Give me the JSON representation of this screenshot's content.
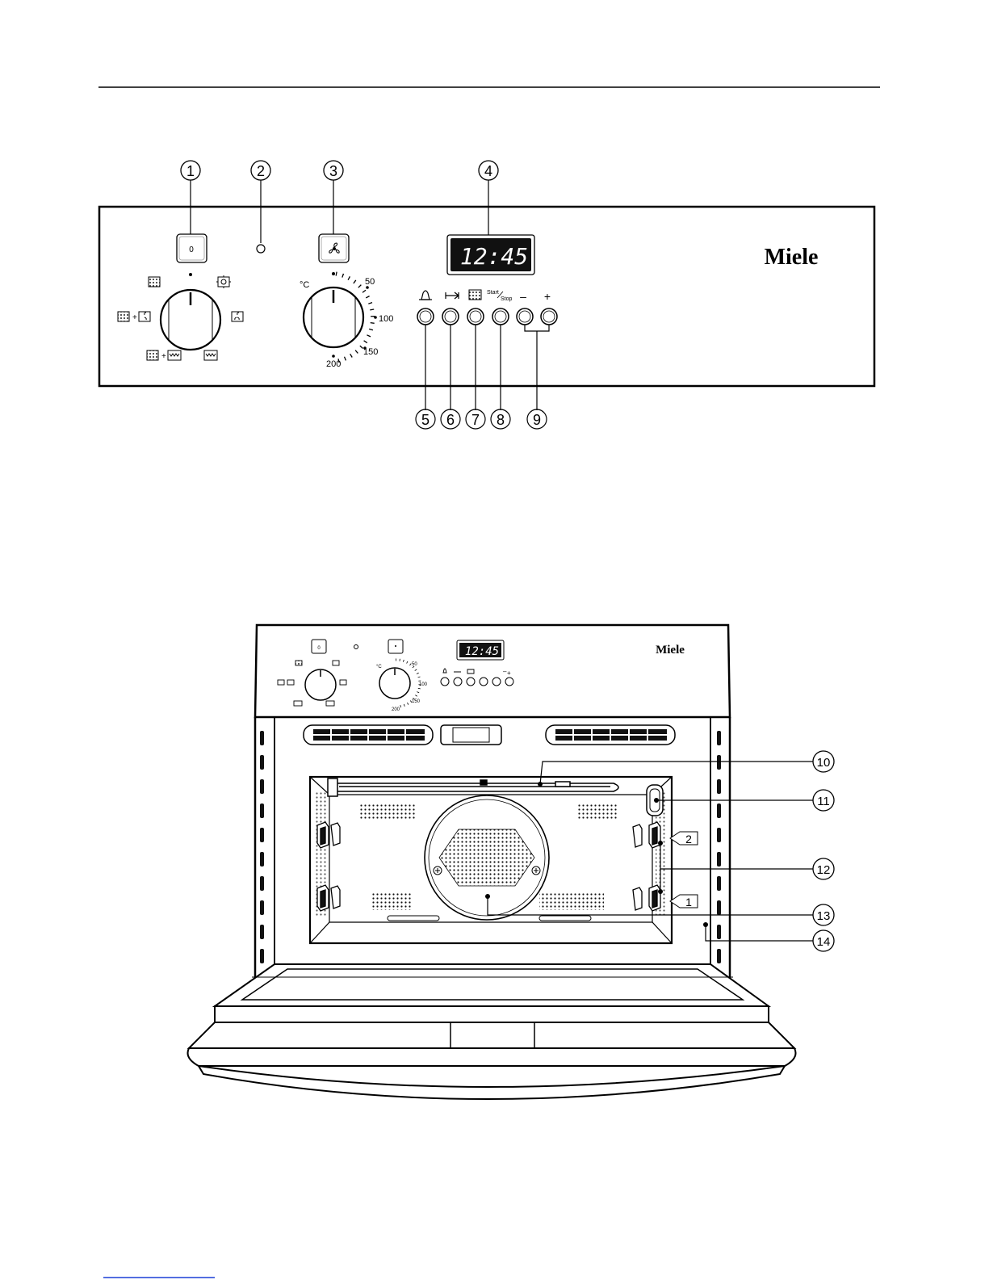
{
  "brand": "Miele",
  "display": {
    "time": "12:45"
  },
  "dial_positions": {
    "off": "0"
  },
  "temperature_dial": {
    "unit": "°C",
    "t50": "50",
    "t100": "100",
    "t150": "150",
    "t200": "200"
  },
  "timer_labels": {
    "start": "Start",
    "stop": "Stop",
    "minus": "–",
    "plus": "+"
  },
  "callouts_panel": [
    "1",
    "2",
    "3",
    "4",
    "5",
    "6",
    "7",
    "8",
    "9"
  ],
  "callouts_oven": [
    "10",
    "11",
    "12",
    "13",
    "14"
  ],
  "shelf_labels": [
    "2",
    "1"
  ],
  "icons": [
    "bell-icon",
    "end-time-icon",
    "fan-icon",
    "light-icon",
    "grill-icon",
    "heating-icon"
  ]
}
